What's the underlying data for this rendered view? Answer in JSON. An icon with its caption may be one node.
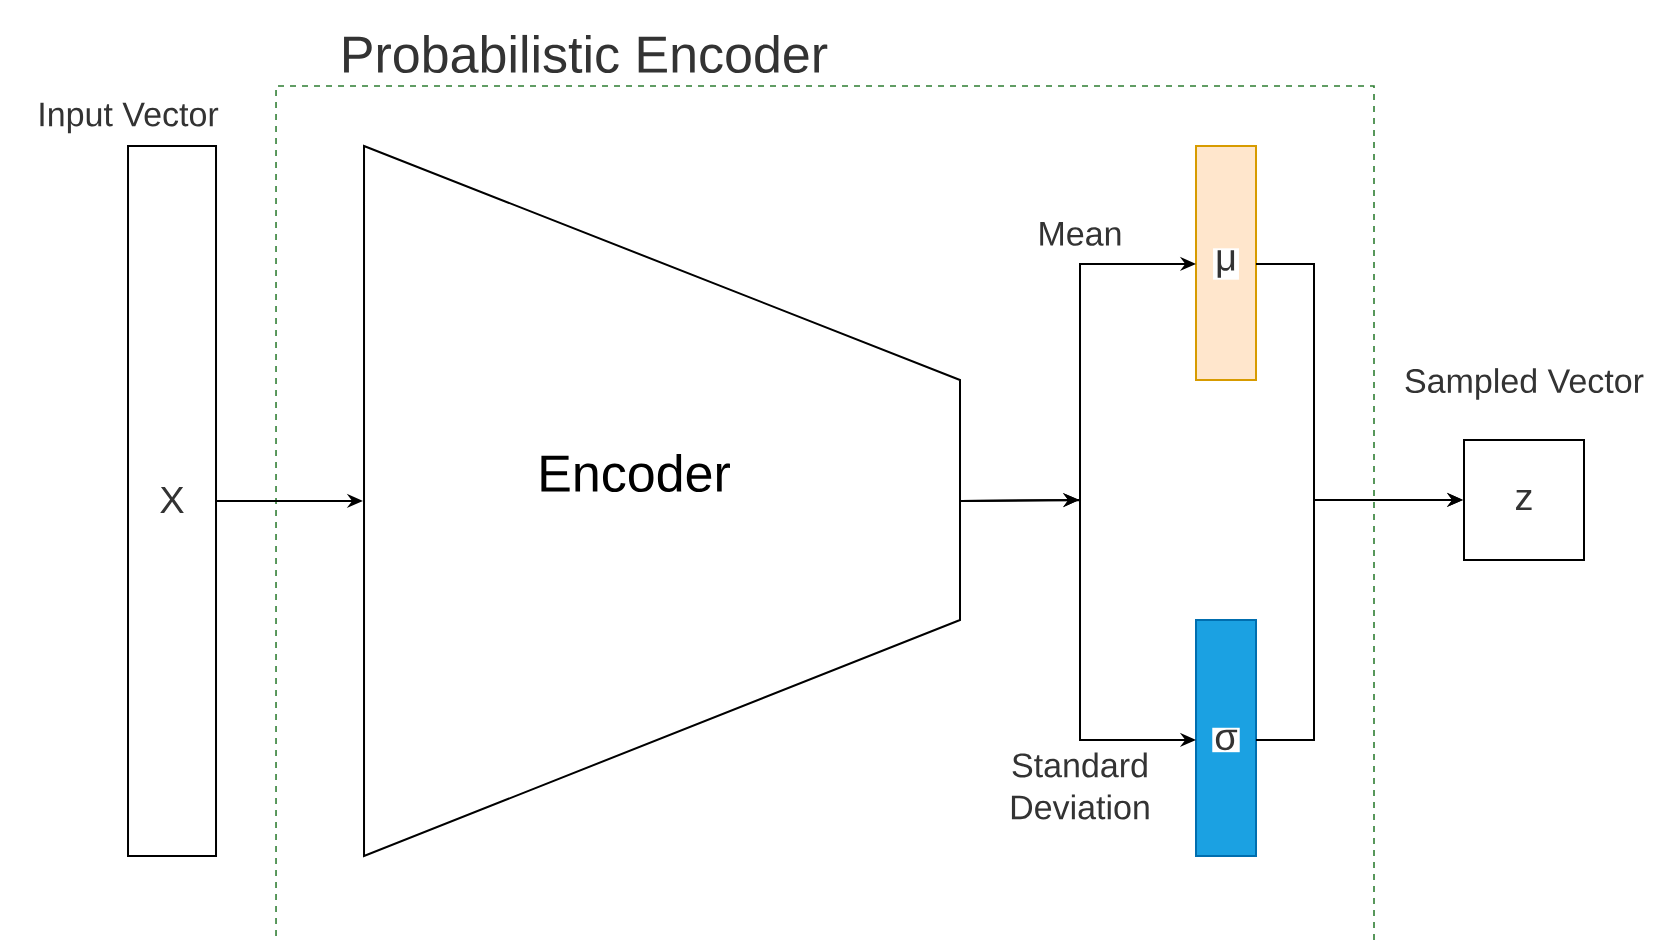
{
  "diagram": {
    "nodes": [
      {
        "text": [
          "Probabilistic Encoder"
        ]
      },
      {
        "text": [
          "X"
        ],
        "beside": [
          "Input Vector"
        ]
      },
      {
        "text": [
          "Encoder"
        ],
        "in": 0
      },
      {
        "text": [
          "μ"
        ],
        "in": 0
      },
      {
        "text": [
          "σ"
        ],
        "in": 0
      },
      {
        "text": [
          "z"
        ],
        "beside": [
          "Sampled Vector"
        ]
      }
    ],
    "edges": [
      {
        "from": 1,
        "to": 2,
        "arrow": "to"
      },
      {
        "from": 2,
        "to": 3,
        "arrow": "to",
        "label": "Mean"
      },
      {
        "from": 2,
        "to": 4,
        "arrow": "to",
        "label": "Standard Deviation"
      },
      {
        "from": 3,
        "to": 5,
        "arrow": "to"
      },
      {
        "from": 4,
        "to": 5,
        "arrow": "to"
      }
    ]
  }
}
